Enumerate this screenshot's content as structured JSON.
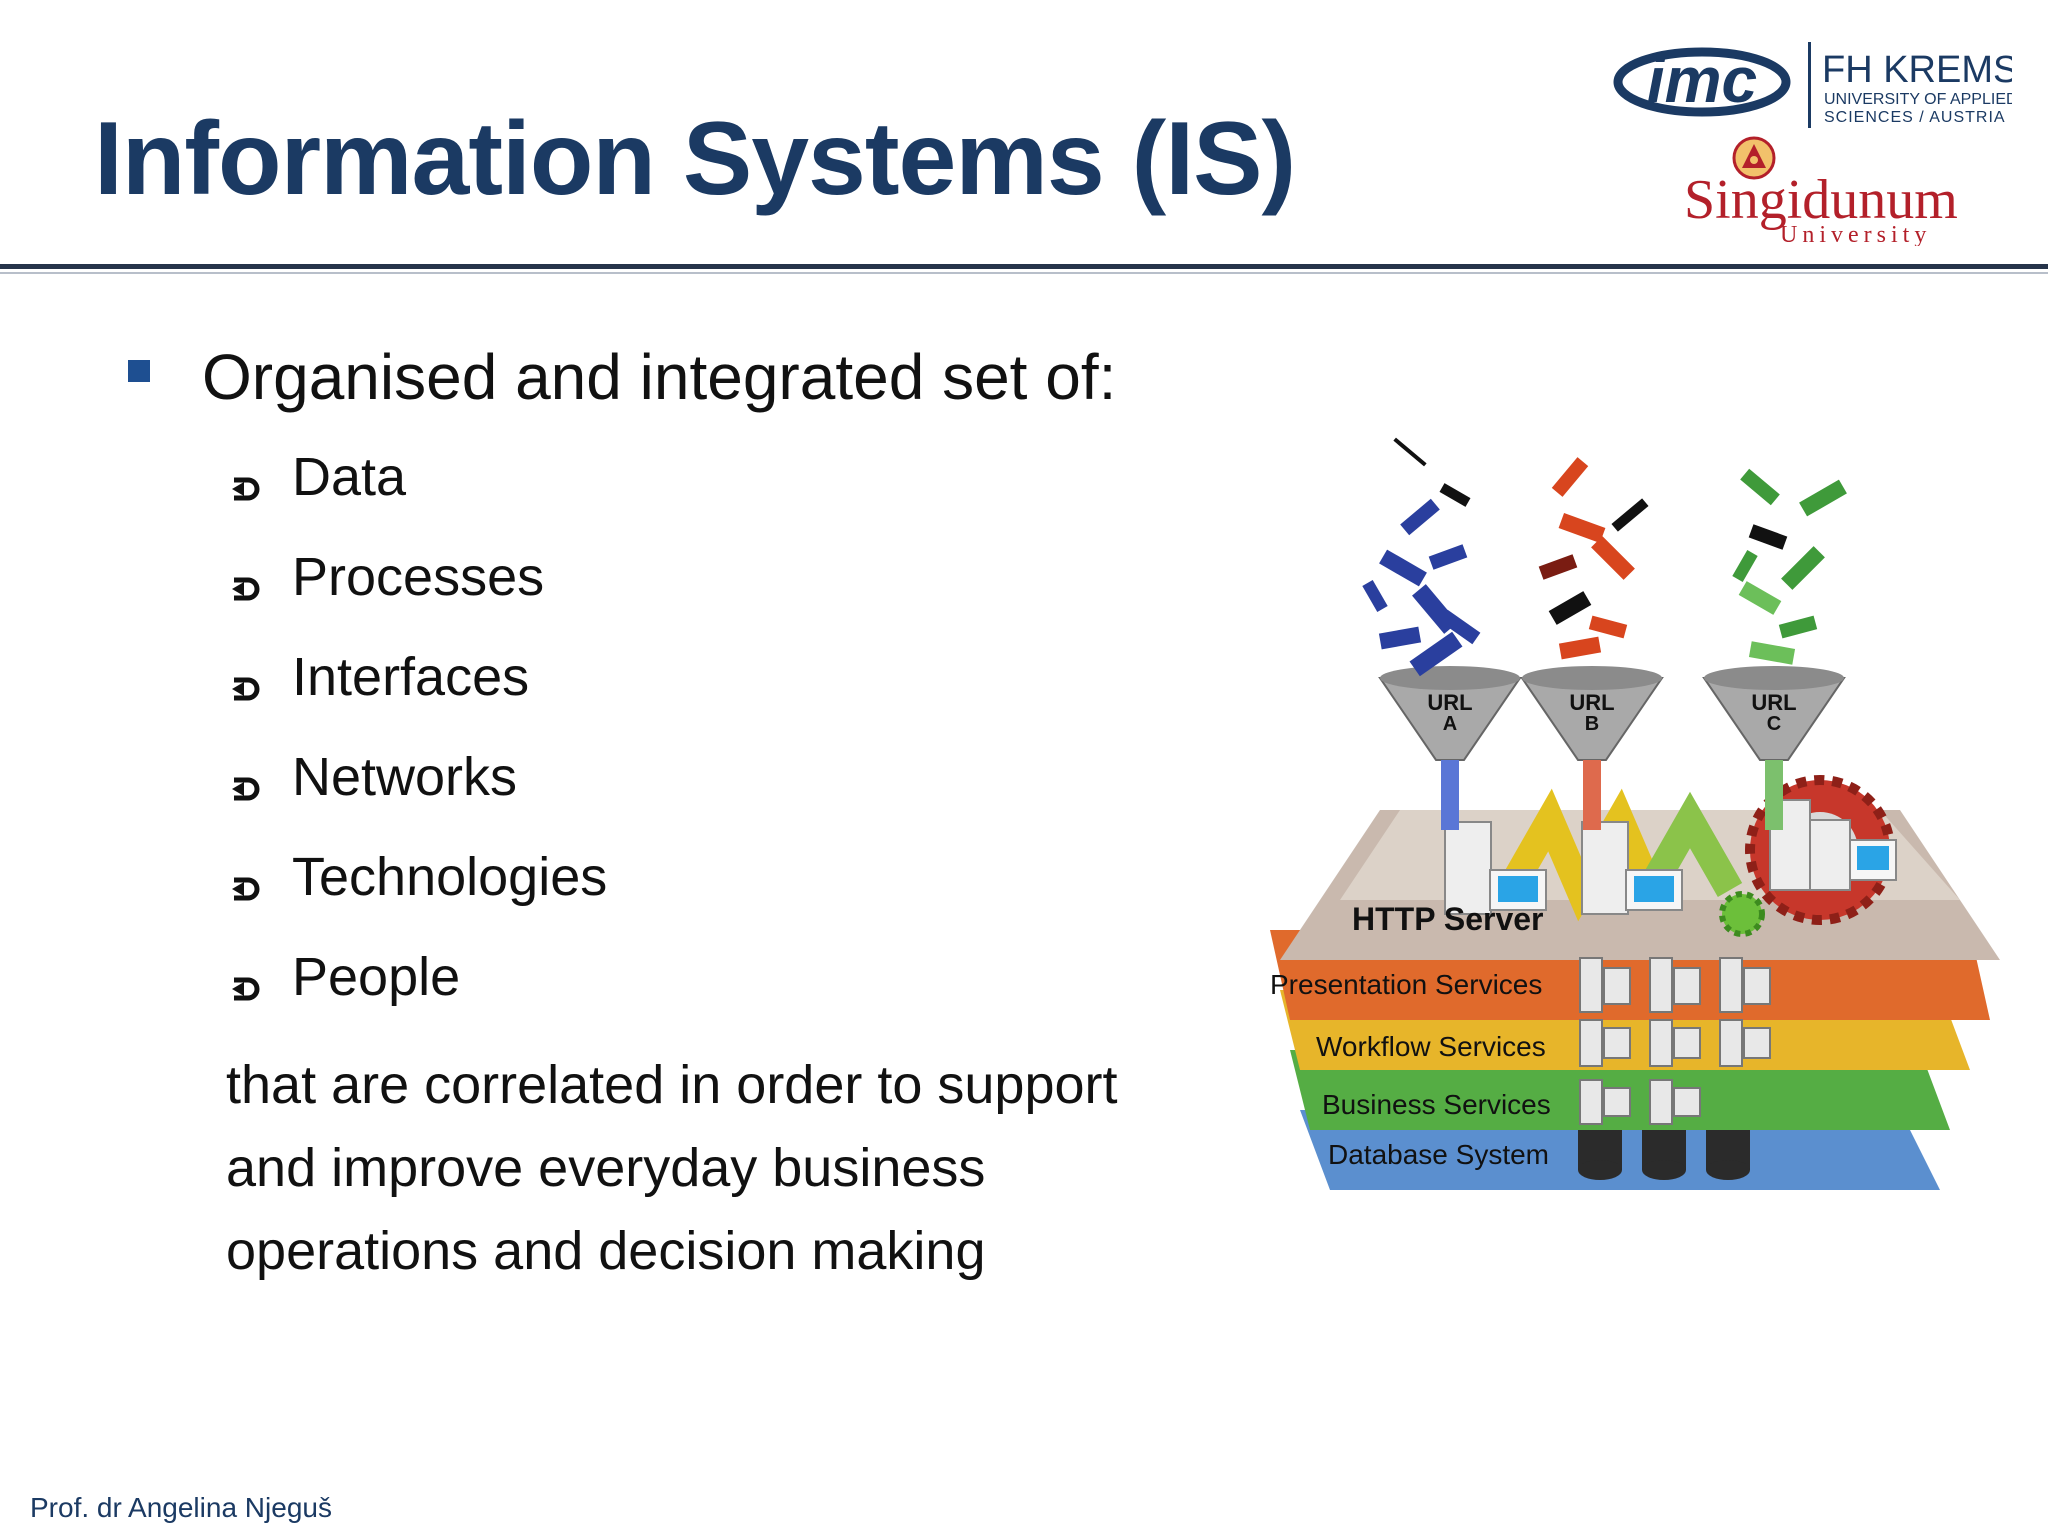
{
  "title": "Information Systems (IS)",
  "main_bullet": "Organised and integrated set of:",
  "sub_items": [
    "Data",
    "Processes",
    "Interfaces",
    "Networks",
    "Technologies",
    "People"
  ],
  "paragraph": [
    "that are correlated in order to support",
    "and improve everyday business",
    "operations and decision making"
  ],
  "footer": "Prof. dr Angelina Njeguš",
  "logos": {
    "imc_text": "imc",
    "fh_title": "FH KREMS",
    "fh_sub1": "UNIVERSITY OF APPLIED",
    "fh_sub2": "SCIENCES / AUSTRIA",
    "singidunum": "Singidunum",
    "university": "University"
  },
  "diagram": {
    "funnels": [
      {
        "line1": "URL",
        "line2": "A",
        "color": "#2a3f9e"
      },
      {
        "line1": "URL",
        "line2": "B",
        "color": "#d8451e"
      },
      {
        "line1": "URL",
        "line2": "C",
        "color": "#3f9a3a"
      }
    ],
    "http_server": "HTTP Server",
    "layers": [
      {
        "label": "Presentation Services",
        "color": "#e06a2c"
      },
      {
        "label": "Workflow Services",
        "color": "#e7b52a"
      },
      {
        "label": "Business Services",
        "color": "#55ad44"
      },
      {
        "label": "Database System",
        "color": "#5b8fcf"
      }
    ]
  },
  "colors": {
    "title": "#1b3a63",
    "bullet": "#1e4f91",
    "rule": "#26344a"
  }
}
